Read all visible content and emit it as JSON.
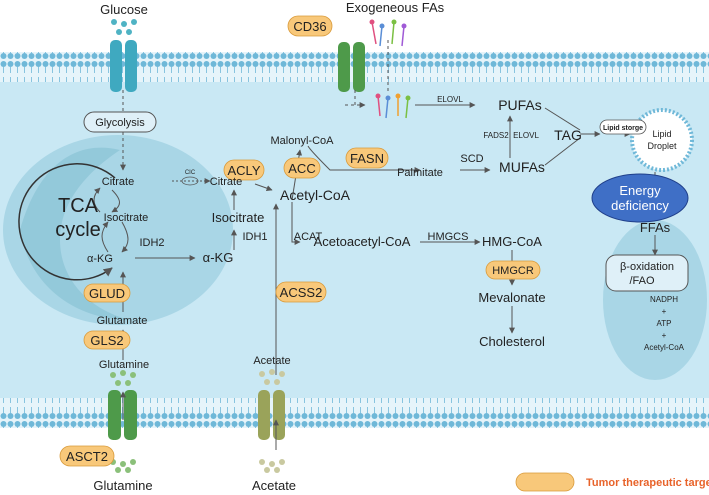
{
  "labels": {
    "glucose_top": "Glucose",
    "exogenous": "Exogeneous FAs",
    "cd36": "CD36",
    "glycolysis": "Glycolysis",
    "citrate_mito": "Citrate",
    "isocitrate_mito": "Isocitrate",
    "akg_mito": "α-KG",
    "tca": "TCA",
    "cycle": "cycle",
    "idh2": "IDH2",
    "cic": "CIC",
    "citrate_cyto": "Citrate",
    "acly": "ACLY",
    "isocitrate_cyto": "Isocitrate",
    "idh1": "IDH1",
    "akg_cyto": "α-KG",
    "malonyl": "Malonyl-CoA",
    "acc": "ACC",
    "fasn": "FASN",
    "acetylcoa": "Acetyl-CoA",
    "palmitate": "Palmitate",
    "scd": "SCD",
    "mufas": "MUFAs",
    "pufas": "PUFAs",
    "elovl_top": "ELOVL",
    "fads2": "FADS2",
    "elovl_mid": "ELOVL",
    "tag": "TAG",
    "lipid_storge": "Lipid storge",
    "lipid": "Lipid",
    "droplet": "Droplet",
    "acat": "ACAT",
    "acetoacetyl": "Acetoacetyl-CoA",
    "hmgcs": "HMGCS",
    "hmgcoa": "HMG-CoA",
    "hmgcr": "HMGCR",
    "mevalonate": "Mevalonate",
    "cholesterol": "Cholesterol",
    "energy1": "Energy",
    "energy2": "deficiency",
    "ffas": "FFAs",
    "boxid1": "β-oxidation",
    "boxid2": "/FAO",
    "nadph": "NADPH",
    "plus1": "+",
    "atp": "ATP",
    "plus2": "+",
    "acetylcoa_small": "Acetyl-CoA",
    "glud": "GLUD",
    "glutamate": "Glutamate",
    "gls2": "GLS2",
    "glutamine_in": "Glutamine",
    "acss2": "ACSS2",
    "acetate_in": "Acetate",
    "asct2": "ASCT2",
    "glutamine_bottom": "Glutamine",
    "acetate_bottom": "Acetate",
    "legend": "Tumor therapeutic targets"
  },
  "colors": {
    "membrane": "#9fd3ea",
    "cytoplasm": "#c9e8f4",
    "mitochondrion": "#8fc6d8",
    "target_fill": "#f8c87a",
    "legend_text": "#e8632a",
    "energy_fill": "#3f6fc6"
  }
}
